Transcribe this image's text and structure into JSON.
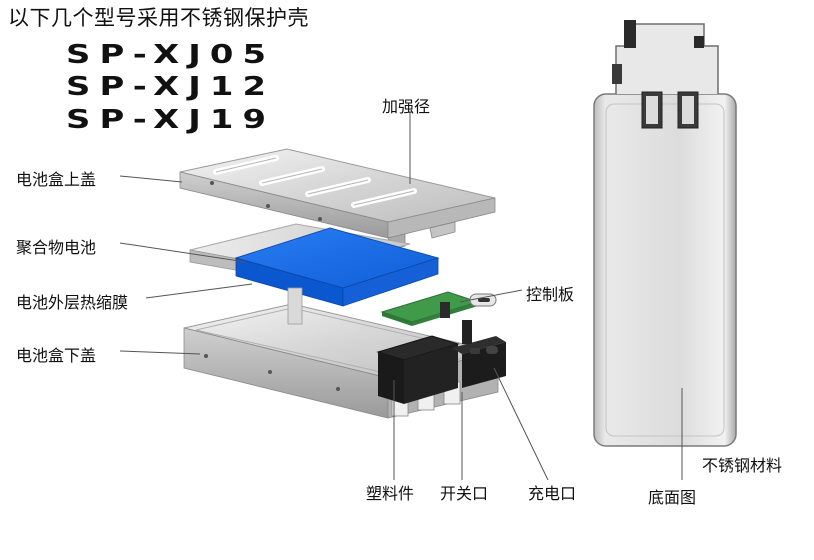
{
  "headline": "以下几个型号采用不锈钢保护壳",
  "models": [
    "SP-XJ05",
    "SP-XJ12",
    "SP-XJ19"
  ],
  "labels": {
    "reinforcement": "加强径",
    "top_cover": "电池盒上盖",
    "polymer_cell": "聚合物电池",
    "shrink_film": "电池外层热缩膜",
    "control_board": "控制板",
    "bottom_cover": "电池盒下盖",
    "plastic_part": "塑料件",
    "switch_port": "开关口",
    "charge_port": "充电口",
    "stainless_material": "不锈钢材料",
    "bottom_view": "底面图"
  }
}
